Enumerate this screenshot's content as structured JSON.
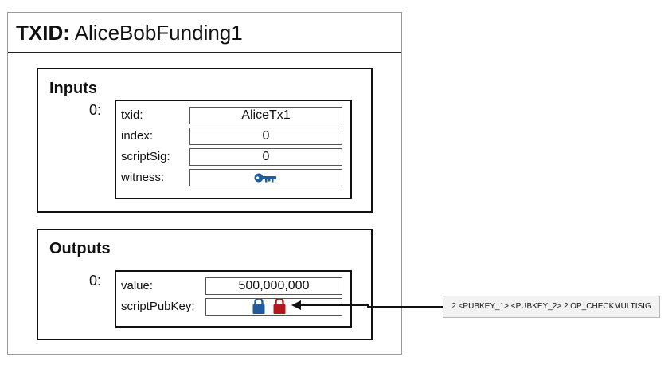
{
  "transaction": {
    "txid_label": "TXID:",
    "txid": "AliceBobFunding1"
  },
  "inputs": {
    "title": "Inputs",
    "index": "0:",
    "fields": [
      {
        "label": "txid:",
        "value": "AliceTx1"
      },
      {
        "label": "index:",
        "value": "0"
      },
      {
        "label": "scriptSig:",
        "value": "0"
      },
      {
        "label": "witness:",
        "icon": "key-icon"
      }
    ]
  },
  "outputs": {
    "title": "Outputs",
    "index": "0:",
    "fields": [
      {
        "label": "value:",
        "value": "500,000,000"
      },
      {
        "label": "scriptPubKey:",
        "icons": [
          "padlock-blue-icon",
          "padlock-red-icon"
        ]
      }
    ]
  },
  "script_annotation": {
    "text": "2 <PUBKEY_1> <PUBKEY_2> 2 OP_CHECKMULTISIG"
  },
  "colors": {
    "blue": "#1f5c9e",
    "red": "#b3191c"
  }
}
